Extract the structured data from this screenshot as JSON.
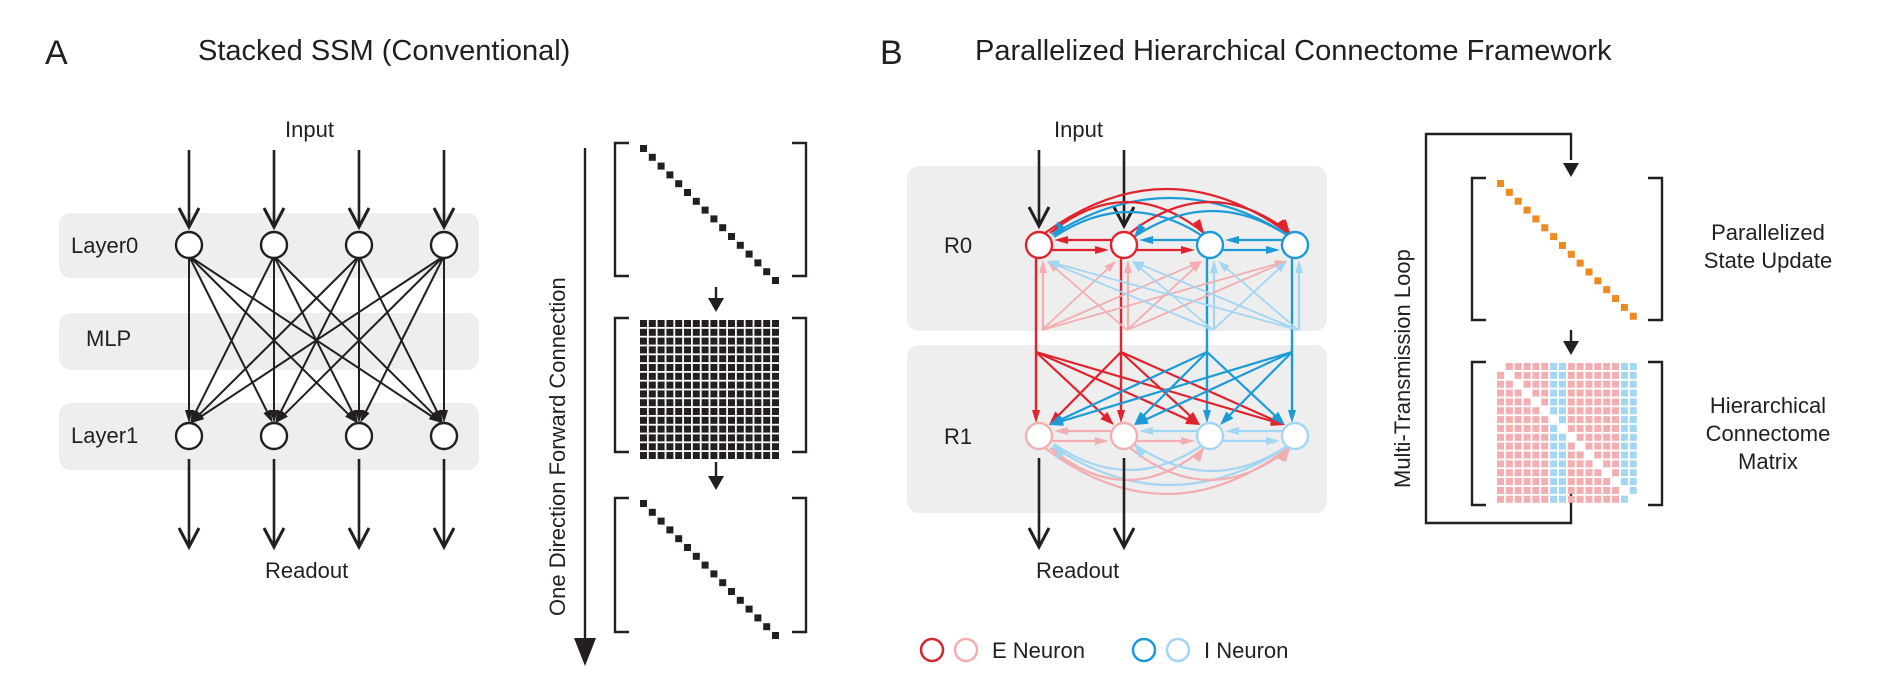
{
  "panel_a": {
    "letter": "A",
    "title": "Stacked SSM (Conventional)",
    "input_label": "Input",
    "readout_label": "Readout",
    "layers": [
      {
        "label": "Layer0"
      },
      {
        "label": "MLP"
      },
      {
        "label": "Layer1"
      }
    ],
    "nodes_per_layer": 4,
    "side_label": "One Direction Forward Connection",
    "matrices": [
      {
        "kind": "diagonal",
        "size": 16,
        "color": "#231f20"
      },
      {
        "kind": "dense",
        "size": 16,
        "color": "#231f20"
      },
      {
        "kind": "diagonal",
        "size": 16,
        "color": "#231f20"
      }
    ]
  },
  "panel_b": {
    "letter": "B",
    "title": "Parallelized Hierarchical Connectome Framework",
    "input_label": "Input",
    "readout_label": "Readout",
    "regions": [
      {
        "label": "R0"
      },
      {
        "label": "R1"
      }
    ],
    "neurons": [
      {
        "type": "E"
      },
      {
        "type": "E"
      },
      {
        "type": "I"
      },
      {
        "type": "I"
      }
    ],
    "legend": {
      "e_label": "E Neuron",
      "i_label": "I Neuron"
    },
    "loop_label": "Multi-Transmission Loop",
    "state_update_label": [
      "Parallelized",
      "State Update"
    ],
    "connectome_label": [
      "Hierarchical",
      "Connectome",
      "Matrix"
    ],
    "state_update_matrix": {
      "kind": "diagonal",
      "size": 16,
      "color": "#ef8a1e"
    },
    "connectome_matrix": {
      "kind": "hierarchical",
      "size": 16,
      "e_cols": 6,
      "i_cols_block1": 2,
      "e_cols_block2": 6,
      "i_cols_block2": 2
    }
  },
  "colors": {
    "e_strong": "#e0232c",
    "e_light": "#f2aeb0",
    "i_strong": "#1c9bd7",
    "i_light": "#a3d6f2",
    "band": "#eeeeee",
    "ink": "#231f20",
    "orange": "#ef8a1e"
  }
}
